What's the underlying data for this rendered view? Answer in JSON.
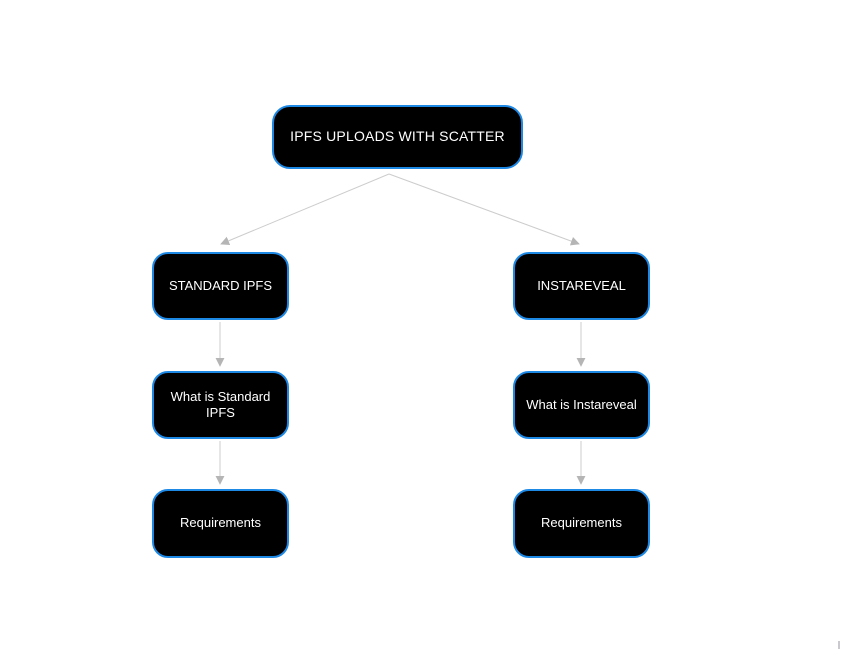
{
  "diagram": {
    "type": "mindmap-flowchart",
    "nodes": {
      "root": {
        "label": "IPFS UPLOADS WITH SCATTER"
      },
      "standard_ipfs": {
        "label": "STANDARD IPFS"
      },
      "instareveal": {
        "label": "INSTAREVEAL"
      },
      "what_is_standard_ipfs": {
        "label": "What is Standard IPFS"
      },
      "what_is_instareveal": {
        "label": "What is Instareveal"
      },
      "requirements_left": {
        "label": "Requirements"
      },
      "requirements_right": {
        "label": "Requirements"
      }
    },
    "edges": [
      {
        "from": "root",
        "to": "standard_ipfs"
      },
      {
        "from": "root",
        "to": "instareveal"
      },
      {
        "from": "standard_ipfs",
        "to": "what_is_standard_ipfs"
      },
      {
        "from": "what_is_standard_ipfs",
        "to": "requirements_left"
      },
      {
        "from": "instareveal",
        "to": "what_is_instareveal"
      },
      {
        "from": "what_is_instareveal",
        "to": "requirements_right"
      }
    ]
  },
  "colors": {
    "canvas_bg": "#ffffff",
    "node_fill": "#000000",
    "node_border": "#1e88e5",
    "node_text": "#ffffff",
    "connector": "#cccccc",
    "arrowhead": "#b5b5b5"
  }
}
